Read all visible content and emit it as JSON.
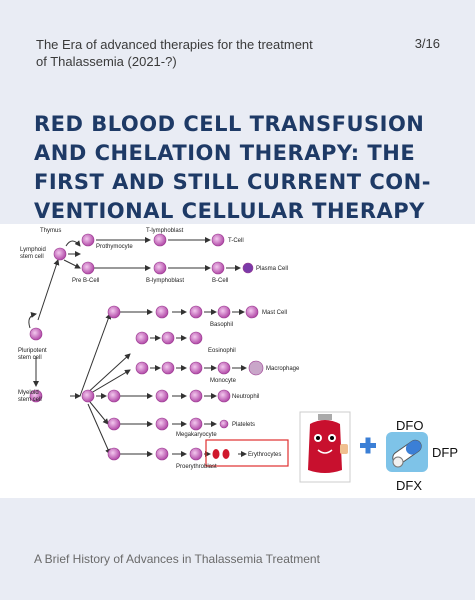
{
  "header": {
    "subtitle": "The Era of advanced therapies for the treatment of Thalassemia (2021-?)",
    "page": "3/16"
  },
  "title": "RED BLOOD CELL TRANSFUSION AND CHELATION THERAPY: THE FIRST AND STILL CURRENT CONVENTIONAL CELLULAR THERAPY IN THE SYNDROME",
  "diagram": {
    "labels": {
      "thymus": "Thymus",
      "lymphoid": "Lymphoid stem cell",
      "prothymocyte": "Prothymocyte",
      "t_lymphoblast": "T-lymphoblast",
      "t_cell": "T-Cell",
      "pre_b": "Pre B-Cell",
      "b_lymphoblast": "B-lymphoblast",
      "b_cell": "B-Cell",
      "plasma": "Plasma Cell",
      "pluripotent": "Pluripotent stem cell",
      "myeloid": "Myeloid stem cell",
      "basophil": "Basophil",
      "mast": "Mast Cell",
      "eosinophil": "Eosinophil",
      "monocyte": "Monocyte",
      "macrophage": "Macrophage",
      "neutrophil": "Neutrophil",
      "platelets": "Platelets",
      "megakaryocyte": "Megakaryocyte",
      "proerythroblast": "Proerythroblast",
      "erythrocytes": "Erythrocytes"
    },
    "chelators": {
      "dfo": "DFO",
      "dfp": "DFP",
      "dfx": "DFX"
    },
    "colors": {
      "cell": "#b24aa8",
      "cell_light": "#e9b3e0",
      "blood_bag": "#c8102e",
      "plus": "#3b7fd6",
      "highlight_box": "#e03030"
    }
  },
  "footer": "A Brief History of Advances in Thalassemia Treatment"
}
